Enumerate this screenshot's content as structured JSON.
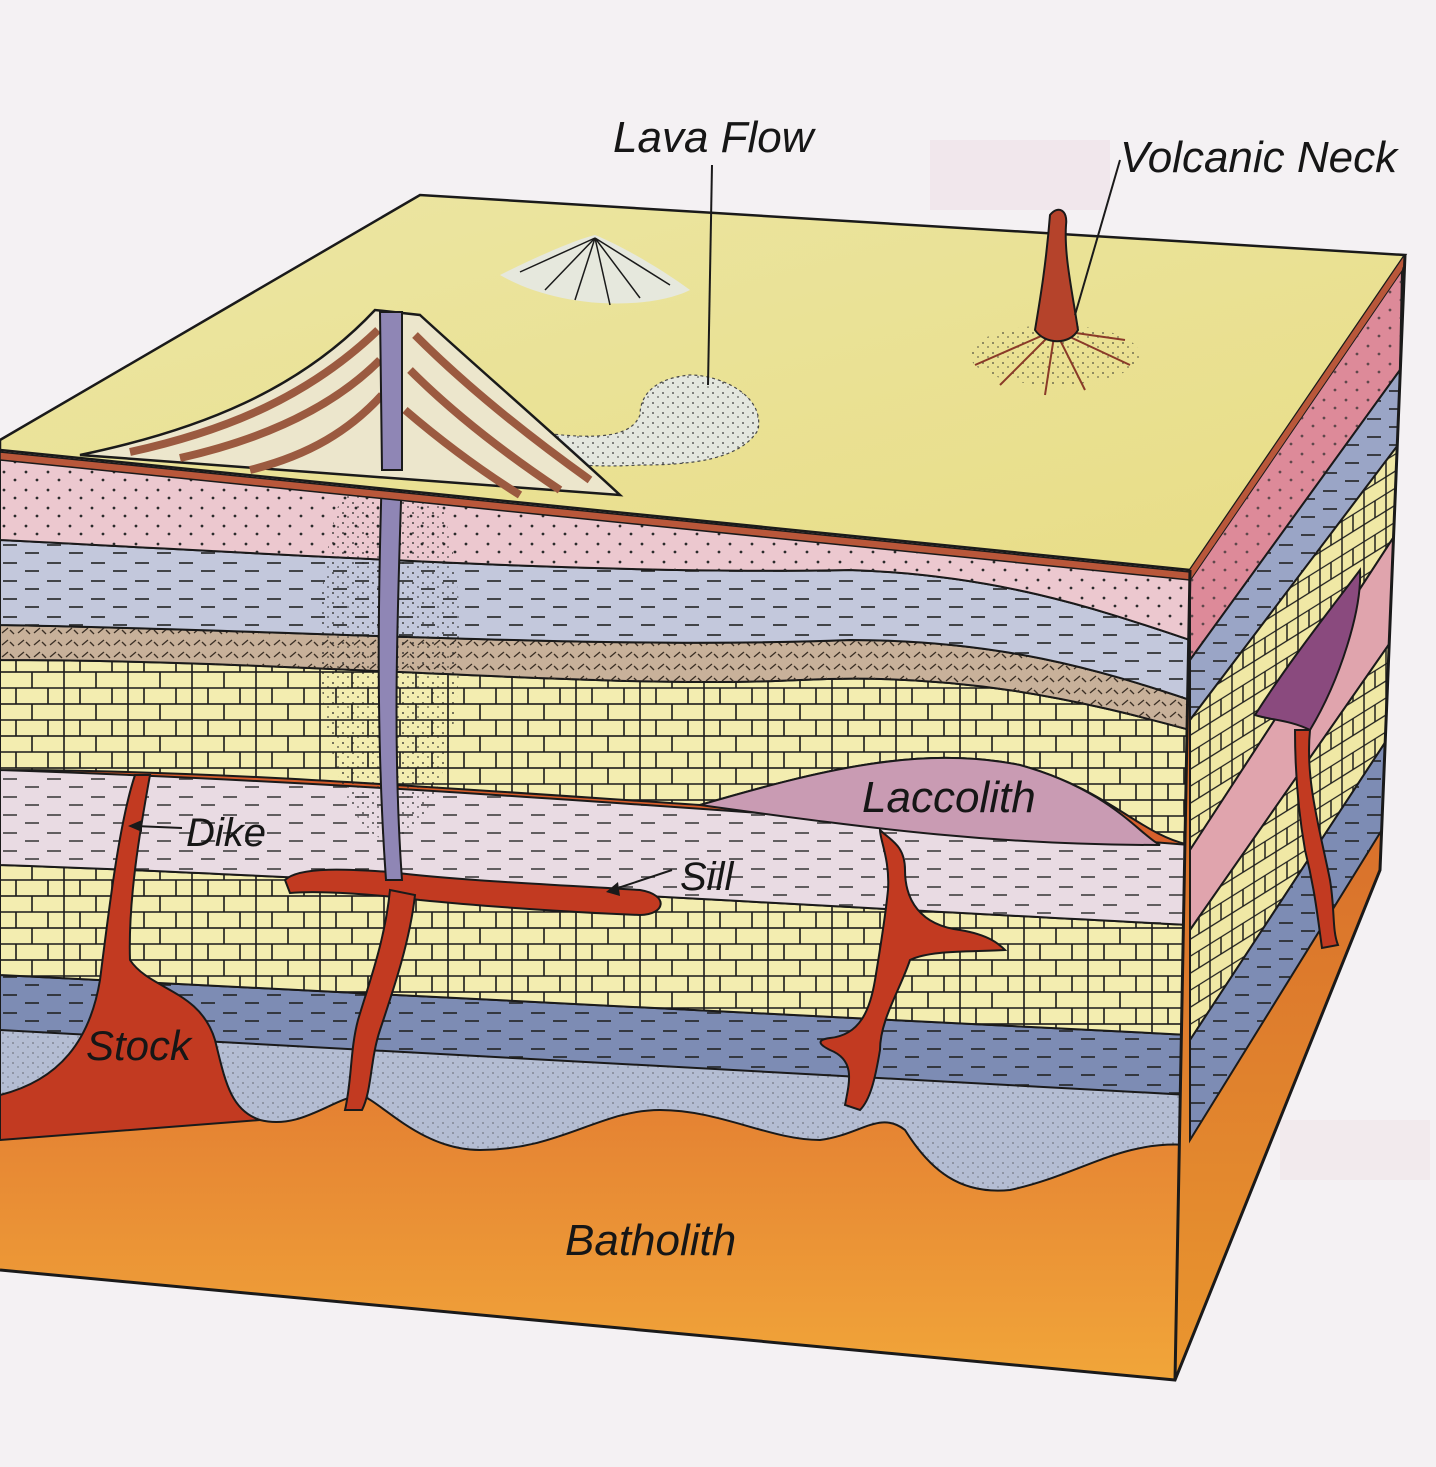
{
  "labels": {
    "lava_flow": "Lava Flow",
    "volcanic_neck": "Volcanic Neck",
    "laccolith": "Laccolith",
    "dike": "Dike",
    "sill": "Sill",
    "stock": "Stock",
    "batholith": "Batholith"
  },
  "colors": {
    "surface": "#ebe59a",
    "magma_dark": "#c23a21",
    "magma_light": "#f2a83a",
    "sandstone_pink": "#ecc8cf",
    "shale_blue": "#b4bdd3",
    "shale_dark": "#7d8cb4",
    "limestone": "#f3edb0",
    "conglomerate": "#c8b19a",
    "laccolith_fill": "#c99bb3",
    "volcano_vent": "#8f86b5"
  }
}
